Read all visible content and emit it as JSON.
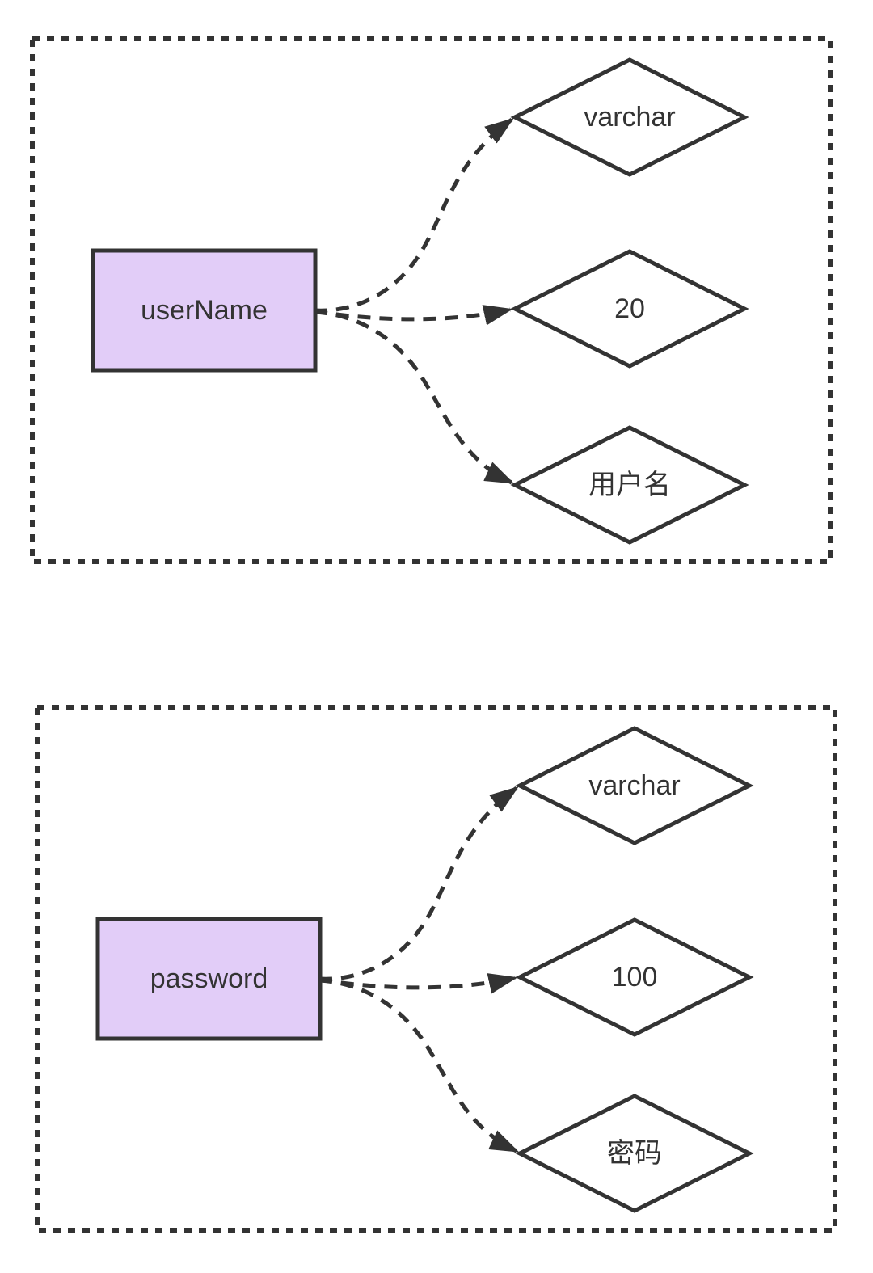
{
  "colors": {
    "stroke": "#333333",
    "entity_fill": "#e2cdf8",
    "background": "#ffffff"
  },
  "panels": [
    {
      "entity": "userName",
      "attributes": [
        "varchar",
        "20",
        "用户名"
      ]
    },
    {
      "entity": "password",
      "attributes": [
        "varchar",
        "100",
        "密码"
      ]
    }
  ]
}
